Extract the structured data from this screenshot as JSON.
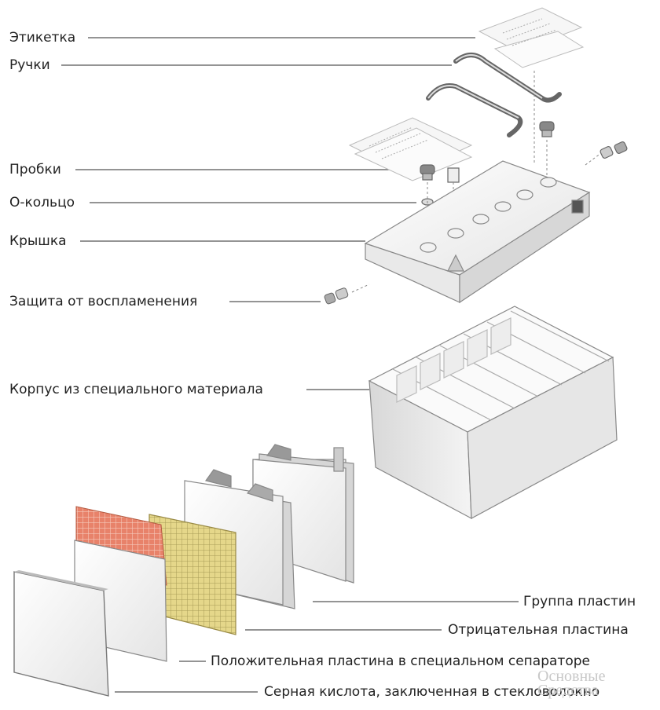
{
  "labels": {
    "label": "Этикетка",
    "handles": "Ручки",
    "plugs": "Пробки",
    "o_ring": "О-кольцо",
    "cover": "Крышка",
    "flame_arrestor": "Защита от воспламенения",
    "case": "Корпус из специального материала",
    "plate_group": "Группа пластин",
    "negative_plate": "Отрицательная пластина",
    "positive_plate": "Положительная пластина в специальном сепараторе",
    "acid": "Серная кислота, заключенная в стекловолокно"
  },
  "watermark": {
    "line1": "Основные",
    "line2": "Средства"
  },
  "colors": {
    "line": "#555555",
    "positive_grid": "#e8826a",
    "negative_grid": "#e5d78a"
  }
}
